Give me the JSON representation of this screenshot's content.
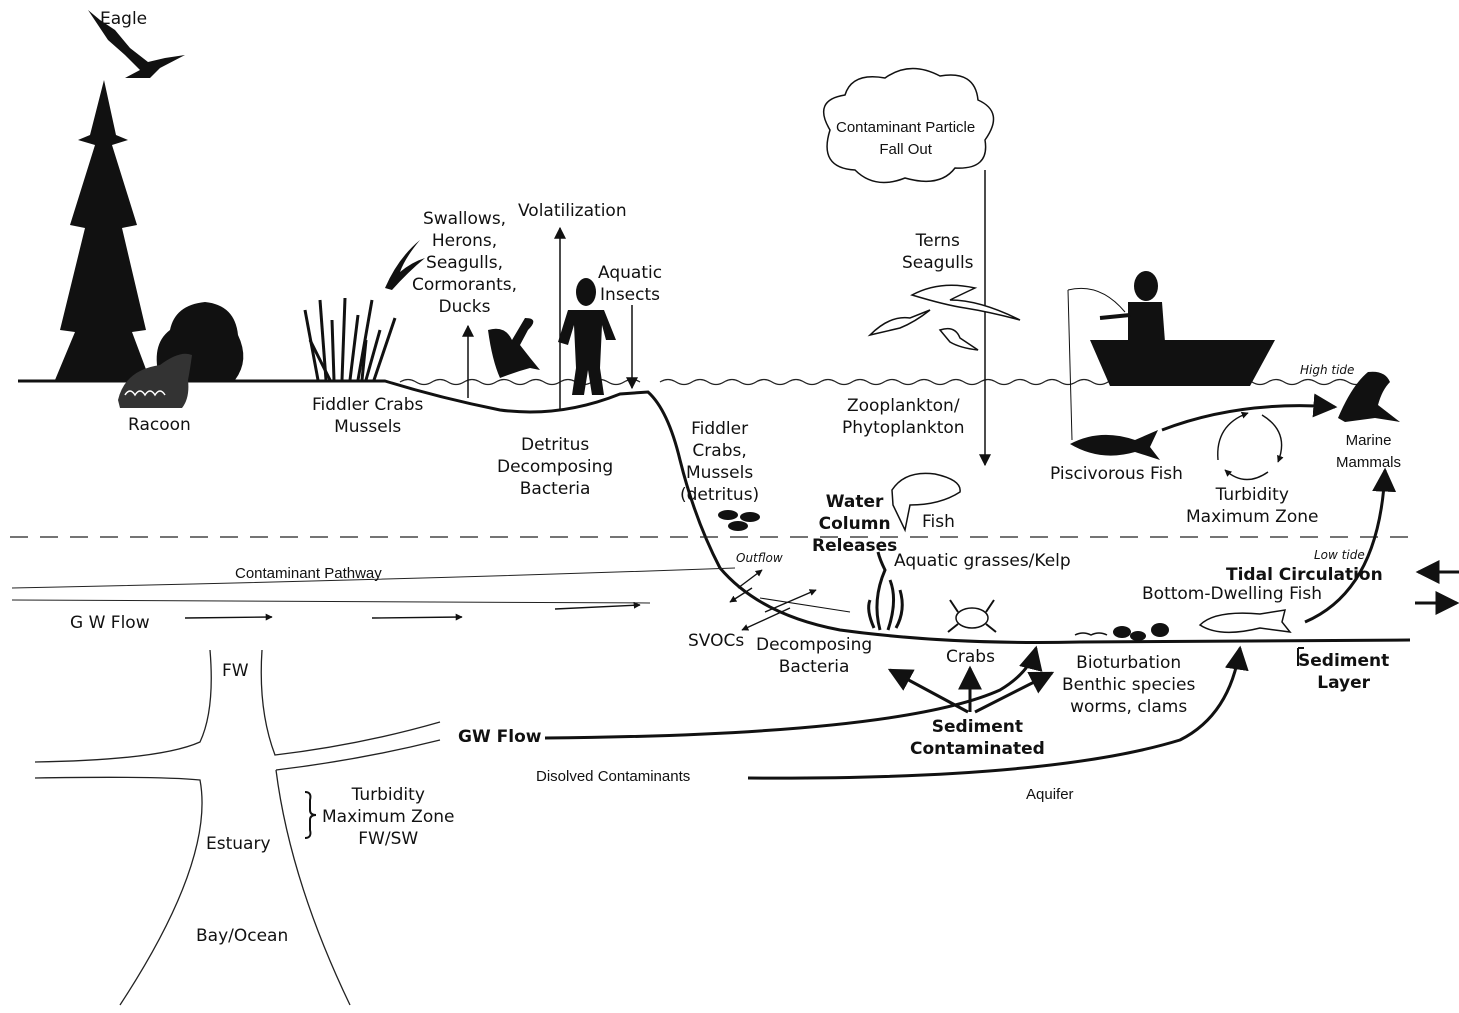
{
  "labels": {
    "eagle": "Eagle",
    "racoon": "Racoon",
    "swallows": "Swallows,\nHerons,\nSeagulls,\nCormorants,\nDucks",
    "volatilization": "Volatilization",
    "aquatic_insects": "Aquatic\nInsects",
    "fiddler_crabs_mussels": "Fiddler Crabs\nMussels",
    "detritus": "Detritus\nDecomposing\nBacteria",
    "fiddler_crabs_detritus": "Fiddler\nCrabs,\nMussels\n(detritus)",
    "cloud": "Contaminant Particle\nFall Out",
    "terns": "Terns\nSeagulls",
    "zooplankton": "Zooplankton/\nPhytoplankton",
    "water_column": "Water\nColumn\nReleases",
    "fish": "Fish",
    "piscivorous": "Piscivorous Fish",
    "turbidity": "Turbidity\nMaximum Zone",
    "high_tide": "High tide",
    "marine_mammals": "Marine\nMammals",
    "low_tide": "Low tide",
    "outflow": "Outflow",
    "contaminant_pathway": "Contaminant Pathway",
    "gw_flow_top": "G W Flow",
    "aquatic_grasses": "Aquatic grasses/Kelp",
    "tidal_circulation": "Tidal Circulation",
    "bottom_dwelling": "Bottom-Dwelling Fish",
    "svocs": "SVOCs",
    "decomposing_bacteria": "Decomposing\nBacteria",
    "crabs": "Crabs",
    "bioturbation": "Bioturbation\nBenthic species\nworms, clams",
    "sediment_layer": "Sediment\nLayer",
    "sediment_contaminated": "Sediment\nContaminated",
    "gw_flow_bottom": "GW Flow",
    "disolved": "Disolved Contaminants",
    "aquifer": "Aquifer",
    "fw": "FW",
    "turbidity_inset": "Turbidity\nMaximum Zone\nFW/SW",
    "estuary": "Estuary",
    "bay_ocean": "Bay/Ocean"
  }
}
